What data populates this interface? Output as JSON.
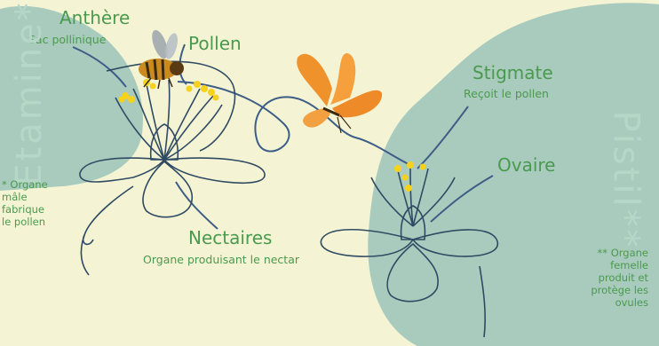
{
  "colors": {
    "background": "#f4f4d4",
    "blob": "#a9cbbd",
    "label_green": "#4a9a4e",
    "vertical_title": "#b6d7c8",
    "ink": "#2f4a63",
    "pollen": "#f6d21c",
    "butterfly": "#f0922c",
    "bee": "#c98a1e"
  },
  "labels": {
    "anthere": "Anthère",
    "anthere_sub": "Sac pollinique",
    "pollen": "Pollen",
    "nectaires": "Nectaires",
    "nectaires_sub": "Organe produisant le nectar",
    "stigmate": "Stigmate",
    "stigmate_sub": "Reçoit le pollen",
    "ovaire": "Ovaire"
  },
  "side_titles": {
    "etamine": "Etamine*",
    "pistil": "Pistil**"
  },
  "notes": {
    "etamine_note": [
      "* Organe",
      "mâle",
      "fabrique",
      "le pollen"
    ],
    "pistil_note": [
      "** Organe",
      "femelle",
      "produit et",
      "protège les",
      "ovules"
    ]
  },
  "icons": {
    "bee": "bee-illustration",
    "butterfly": "butterfly-illustration",
    "left_flower": "left-flower-drawing",
    "right_flower": "right-flower-drawing"
  }
}
